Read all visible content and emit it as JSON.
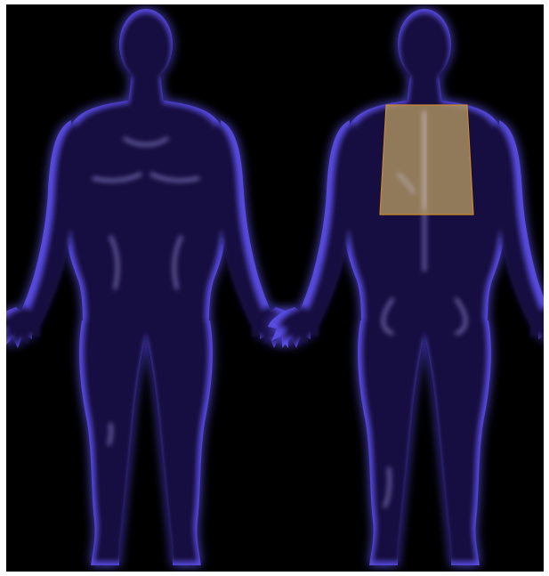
{
  "colors": {
    "background": "#000000",
    "frame": "#ffffff",
    "body_glow": "#5b4fe6",
    "body_core": "#1b1650",
    "body_highlight": "#c7c3ff",
    "highlight_fill": "#b59a62",
    "highlight_stroke": "#c98a2c"
  },
  "views": [
    {
      "name": "front",
      "highlight": false
    },
    {
      "name": "back",
      "highlight": true,
      "region": "upper-back"
    }
  ]
}
